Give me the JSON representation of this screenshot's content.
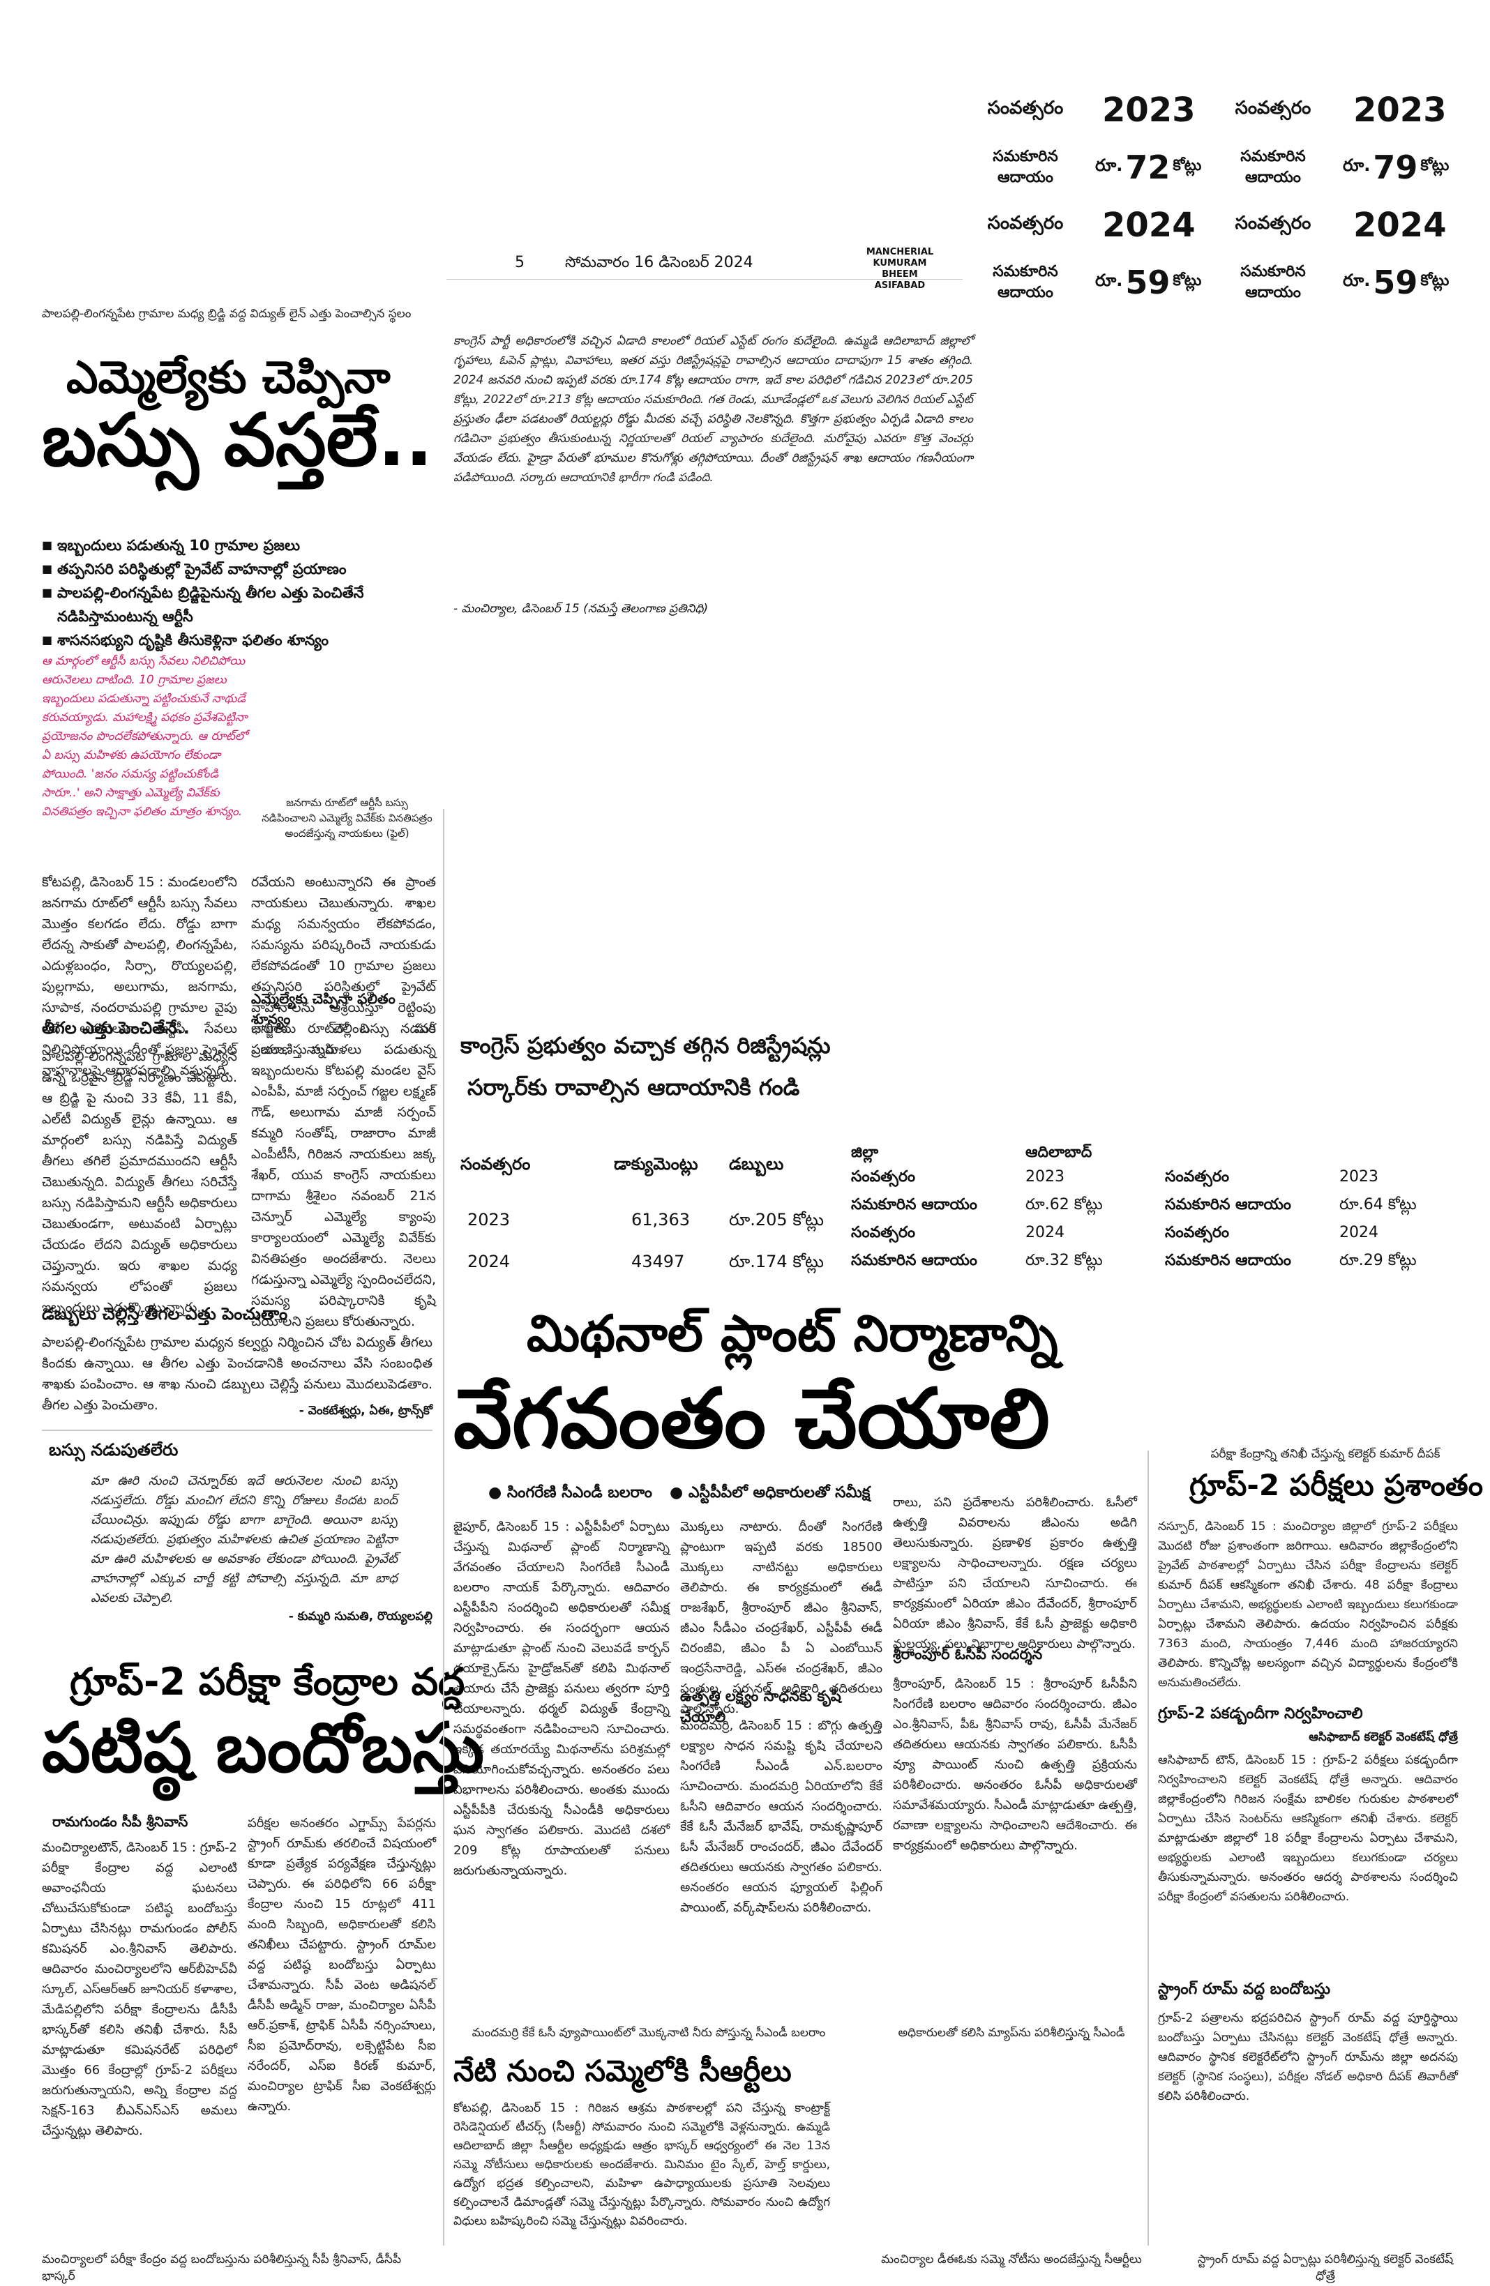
{
  "masthead": {
    "page_number": "5",
    "date": "సోమవారం 16 డిసెంబర్ 2024",
    "edition_lines": [
      "MANCHERIAL",
      "KUMURAM BHEEM",
      "ASIFABAD"
    ]
  },
  "stats_box": {
    "col1": {
      "row1_label": "సంవత్సరం",
      "row1_value": "2023",
      "row2_label": "సమకూరిన ఆదాయం",
      "row2_rs": "రూ.",
      "row2_value": "72",
      "row2_unit": "కోట్లు",
      "row3_label": "సంవత్సరం",
      "row3_value": "2024",
      "row4_label": "సమకూరిన ఆదాయం",
      "row4_rs": "రూ.",
      "row4_value": "59",
      "row4_unit": "కోట్లు"
    },
    "col2": {
      "row1_label": "సంవత్సరం",
      "row1_value": "2023",
      "row2_label": "సమకూరిన ఆదాయం",
      "row2_rs": "రూ.",
      "row2_value": "79",
      "row2_unit": "కోట్లు",
      "row3_label": "సంవత్సరం",
      "row3_value": "2024",
      "row4_label": "సమకూరిన ఆదాయం",
      "row4_rs": "రూ.",
      "row4_value": "59",
      "row4_unit": "కోట్లు"
    }
  },
  "bus_story": {
    "photo_caption": "పాలపల్లి-లింగన్నపేట గ్రామాల మధ్య బ్రిడ్జి వద్ద విద్యుత్ లైన్ ఎత్తు పెంచాల్సిన స్థలం",
    "headline_line1": "ఎమ్మెల్యేకు చెప్పినా",
    "headline_line2": "బస్సు వస్తలే..",
    "bullets": [
      "ఇబ్బందులు పడుతున్న 10 గ్రామాల ప్రజలు",
      "తప్పనిసరి పరిస్థితుల్లో ప్రైవేట్ వాహనాల్లో ప్రయాణం",
      "పాలపల్లి-లింగన్నపేట బ్రిడ్జిపైనున్న తీగల ఎత్తు పెంచితేనే నడిపిస్తామంటున్న ఆర్టీసీ",
      "శాసనసభ్యుని దృష్టికి తీసుకెళ్లినా ఫలితం శూన్యం"
    ],
    "pink_intro": "ఆ మార్గంలో ఆర్టీసీ బస్సు సేవలు నిలిచిపోయి ఆరునెలలు దాటింది. 10 గ్రామాల ప్రజలు ఇబ్బందులు పడుతున్నా పట్టించుకునే నాథుడే కరువయ్యాడు. మహాలక్ష్మి పథకం ప్రవేశపెట్టినా ప్రయోజనం పొందలేకపోతున్నారు. ఆ రూట్‌లో ఏ బస్సు మహిళకు ఉపయోగం లేకుండా పోయింది. 'జనం సమస్య పట్టించుకోండి సారూ..' అని సాక్షాత్తు ఎమ్మెల్యే వివేక్‌కు వినతిపత్రం ఇచ్చినా ఫలితం మాత్రం శూన్యం.",
    "photo2_caption": "జనగామ రూట్‌లో ఆర్టీసీ బస్సు నడిపించాలని ఎమ్మెల్యే వివేక్‌కు వినతిపత్రం అందజేస్తున్న నాయకులు (ఫైల్)",
    "col1_p1": "కోటపల్లి, డిసెంబర్ 15 : మండలంలోని జనగామ రూట్‌లో ఆర్టీసీ బస్సు సేవలు మొత్తం కలగడం లేదు. రోడ్డు బాగా లేదన్న సాకుతో పాలపల్లి, లింగన్నపేట, ఎదుళ్లబంధం, సిర్సా, రొయ్యలపల్లి, పుల్లగామ, అలుగామ, జనగామ, సూపాక, నందరామపల్లి గ్రామాల వైపు ఇదే ఆరునెలుగా ఆర్టీసీ సేవలు నిలిచిపోయాయి. దీంతో ప్రజలు ప్రైవేట్ వాహనాలపై ఆధారపడాల్సి వస్తున్నది.",
    "col1_sub1": "తీగల ఎత్తు పెంచితేనే..",
    "col1_p2": "పాలపల్లి-లింగన్నపేట గ్రామాల మధ్యన ఉన్న ఒర్రెపైన బ్రిడ్జి నిర్మాణం చేపట్టారు. ఆ బ్రిడ్జి పై నుంచి 33 కేవీ, 11 కేవీ, ఎల్‌టీ విద్యుత్ లైన్లు ఉన్నాయి. ఆ మార్గంలో బస్సు నడిపిస్తే విద్యుత్ తీగలు తగిలే ప్రమాదముందని ఆర్టీసీ చెబుతున్నది. విద్యుత్ తీగలు సరిచేస్తే బస్సు నడిపిస్తామని ఆర్టీసీ అధికారులు చెబుతుండగా, అటువంటి ఏర్పాట్లు చేయడం లేదని విద్యుత్ అధికారులు చెప్తున్నారు. ఇరు శాఖల మధ్య సమన్వయ లోపంతో ప్రజలు ఇబ్బందులు ఎదుర్కొంటున్నారు.",
    "col2_p1": "రవేయని అంటున్నారని ఈ ప్రాంత నాయకులు చెబుతున్నారు. శాఖల మధ్య సమన్వయం లేకపోవడం, సమస్యను పరిష్కరించే నాయకుడు లేకపోవడంతో 10 గ్రామాల ప్రజలు తప్పనిసరి పరిస్థితుల్లో ప్రైవేట్ వాహనాలను ఆశ్రయిస్తూ రెట్టింపు ఛార్జీలు చెల్లించి మరీ ప్రయాణిస్తున్నారు.",
    "col2_sub1": "ఎమ్మెల్యేకు చెప్పినా ఫలితం శూన్యం",
    "col2_p2": "జనగామ రూట్‌లో బస్సు నడవక ప్రజలు, మహిళలు పడుతున్న ఇబ్బందులను కోటపల్లి మండల వైస్ ఎంపీపీ, మాజీ సర్పంచ్ గజ్జల లక్ష్మణ్ గౌడ్, అలుగామ మాజీ సర్పంచ్ కమ్మరి సంతోష్, రాజారాం మాజీ ఎంపీటీసీ, గిరిజన నాయకులు జక్క శేఖర్, యువ కాంగ్రెస్ నాయకులు దాగామ శ్రీశైలం నవంబర్ 21న చెన్నూర్ ఎమ్మెల్యే క్యాంపు కార్యాలయంలో ఎమ్మెల్యే వివేక్‌కు వినతిపత్రం అందజేశారు. నెలలు గడుస్తున్నా ఎమ్మెల్యే స్పందించలేదని, సమస్య పరిష్కారానికి కృషి చేయాలని ప్రజలు కోరుతున్నారు.",
    "blue_sub": "డబ్బులు చెల్లిస్తే తీగల ఎత్తు పెంచుతాం",
    "bottom_p": "పాలపల్లి-లింగన్నపేట గ్రామాల మధ్యన కల్వర్టు నిర్మించిన చోట విద్యుత్ తీగలు కిందకు ఉన్నాయి. ఆ తీగల ఎత్తు పెంచడానికి అంచనాలు వేసి సంబంధిత శాఖకు పంపించాం. ఆ శాఖ నుంచి డబ్బులు చెల్లిస్తే పనులు మొదలుపెడతాం. తీగల ఎత్తు పెంచుతాం.",
    "bottom_byline": "- వెంకటేశ్వర్లు, ఏఈ, ట్రాన్స్‌కో",
    "box_title": "బస్సు నడుపుతలేరు",
    "box_text": "మా ఊరి నుంచి చెన్నూర్‌కు ఇదే ఆరునెలల నుంచి బస్సు నడుస్తలేదు. రోడ్డు మంచిగ లేదని కొన్ని రోజులు కిందట బంద్ చేయించిన్రు. ఇప్పుడు రోడ్డు బాగా బాగైంది. అయినా బస్సు నడుపుతలేరు. ప్రభుత్వం మహిళలకు ఉచిత ప్రయాణం పెట్టినా మా ఊరి మహిళలకు ఆ అవకాశం లేకుండా పోయింది. ప్రైవేట్ వాహనాల్లో ఎక్కువ చార్జీ కట్టి పోవాల్సి వస్తున్నది. మా బాధ ఎవలకు చెప్పాలి.",
    "box_byline": "- కుమ్మరి సుమతి, రొయ్యలపల్లి"
  },
  "registration_story": {
    "lead": "కాంగ్రెస్ పార్టీ అధికారంలోకి వచ్చిన ఏడాది కాలంలో రియల్ ఎస్టేట్ రంగం కుదేలైంది. ఉమ్మడి ఆదిలాబాద్ జిల్లాలో గృహాలు, ఓపెన్ ప్లాట్లు, వివాహాలు, ఇతర వస్తు రిజిస్ట్రేషన్లపై రావాల్సిన ఆదాయం దాదాపుగా 15 శాతం తగ్గింది. 2024 జనవరి నుంచి ఇప్పటి వరకు రూ.174 కోట్ల ఆదాయం రాగా, ఇదే కాల పరిధిలో గడిచిన 2023లో రూ.205 కోట్లు, 2022లో రూ.213 కోట్ల ఆదాయం సమకూరింది. గత రెండు, మూడేండ్లలో ఒక వెలుగు వెలిగిన రియల్ ఎస్టేట్ ప్రస్తుతం ఢీలా పడటంతో రియల్టర్లు రోడ్డు మీదకు వచ్చే పరిస్థితి నెలకొన్నది. కొత్తగా ప్రభుత్వం ఏర్పడి ఏడాది కాలం గడిచినా ప్రభుత్వం తీసుకుంటున్న నిర్ణయాలతో రియల్ వ్యాపారం కుదేలైంది. మరోవైపు ఎవరూ కొత్త వెంచర్లు వేయడం లేదు. హైడ్రా పేరుతో భూముల కొనుగోళ్లు తగ్గిపోయాయి. దీంతో రిజిస్ట్రేషన్ శాఖ ఆదాయం గణనీయంగా పడిపోయింది. సర్కారు ఆదాయానికి భారీగా గండి పడింది.",
    "byline": "- మంచిర్యాల, డిసెంబర్ 15 (నమస్తే తెలంగాణ ప్రతినిధి)",
    "headline1": "కాంగ్రెస్ ప్రభుత్వం వచ్చాక తగ్గిన రిజిస్ట్రేషన్లు",
    "headline2": "సర్కార్‌కు రావాల్సిన ఆదాయానికి గండి",
    "table_left": {
      "headers": [
        "సంవత్సరం",
        "డాక్యుమెంట్లు",
        "డబ్బులు"
      ],
      "rows": [
        [
          "2023",
          "61,363",
          "రూ.205 కోట్లు"
        ],
        [
          "2024",
          "43497",
          "రూ.174 కోట్లు"
        ]
      ]
    },
    "table_mid": {
      "district_label": "జిల్లా",
      "district": "ఆదిలాబాద్",
      "rows": [
        [
          "సంవత్సరం",
          "2023"
        ],
        [
          "సమకూరిన ఆదాయం",
          "రూ.62 కోట్లు"
        ],
        [
          "సంవత్సరం",
          "2024"
        ],
        [
          "సమకూరిన ఆదాయం",
          "రూ.32 కోట్లు"
        ]
      ]
    },
    "table_right": {
      "rows": [
        [
          "సంవత్సరం",
          "2023"
        ],
        [
          "సమకూరిన ఆదాయం",
          "రూ.64 కోట్లు"
        ],
        [
          "సంవత్సరం",
          "2024"
        ],
        [
          "సమకూరిన ఆదాయం",
          "రూ.29 కోట్లు"
        ]
      ]
    }
  },
  "methanol_story": {
    "headline1": "మిథనాల్ ప్లాంట్ నిర్మాణాన్ని",
    "headline2": "వేగవంతం చేయాలి",
    "tag1": "సింగరేణి సీఎండీ బలరాం",
    "tag2": "ఎస్టీపీపీలో అధికారులతో సమీక్ష",
    "col1": "జైపూర్, డిసెంబర్ 15 : ఎస్టీపీపీలో ఏర్పాటు చేస్తున్న మిథనాల్ ప్లాంట్ నిర్మాణాన్ని వేగవంతం చేయాలని సింగరేణి సీఎండీ బలరాం నాయక్ పేర్కొన్నారు. ఆదివారం ఎస్టీపీపీని సందర్శించి అధికారులతో సమీక్ష నిర్వహించారు. ఈ సందర్భంగా ఆయన మాట్లాడుతూ ప్లాంట్ నుంచి వెలువడే కార్బన్ డయాక్సైడ్‌ను హైడ్రోజన్‌తో కలిపి మిథనాల్ తయారు చేసే ప్రాజెక్టు పనులు త్వరగా పూర్తి చేయాలన్నారు. థర్మల్ విద్యుత్ కేంద్రాన్ని సమర్థవంతంగా నడిపించాలని సూచించారు. ఇక్కడ తయారయ్యే మిథనాల్‌ను పరిశ్రమల్లో వినియోగించుకోవచ్చన్నారు. అనంతరం పలు విభాగాలను పరిశీలించారు. అంతకు ముందు ఎస్టీపీపీకి చేరుకున్న సీఎండీకి అధికారులు ఘన స్వాగతం పలికారు. మొదటి దశలో 209 కోట్ల రూపాయలతో పనులు జరుగుతున్నాయన్నారు.",
    "col2": "మొక్కలు నాటారు. దీంతో సింగరేణి ప్లాంటుగా ఇప్పటి వరకు 18500 మొక్కలు నాటినట్టు అధికారులు తెలిపారు. ఈ కార్యక్రమంలో ఈడీ రాజశేఖర్, శ్రీరాంపూర్ జీఎం శ్రీనివాస్, జీఎం సీడీఎం చంద్రశేఖర్, ఎస్టీపీపీ ఈడీ చిరంజీవి, జీఎం పీ ఏ ఎంబోయిన్ ఇంద్రసేనారెడ్డి, ఎస్‌ఈ చంద్రశేఖర్, జీఎం పంతుల, పర్సనల్ అధికారి తదితరులు పాల్గొన్నారు.",
    "sub": "ఉత్పత్తి లక్ష్యం సాధనకు కృషి చేయాలి",
    "col2b": "మందమర్రి, డిసెంబర్ 15 : బొగ్గు ఉత్పత్తి లక్ష్యాల సాధన సమష్టి కృషి చేయాలని సింగరేణి సీఎండీ ఎన్.బలరాం సూచించారు. మందమర్రి ఏరియాలోని కేకే ఓసీని ఆదివారం ఆయన సందర్శించారు. కేకే ఓసీ మేనేజర్ భావేష్, రామకృష్ణాపూర్ ఓసీ మేనేజర్ రాంచందర్, జీఎం దేవేందర్ తదితరులు ఆయనకు స్వాగతం పలికారు. అనంతరం ఆయన ఫ్యూయల్‌ ఫిల్లింగ్‌ పాయింట్‌, వర్క్‌షాప్‌లను పరిశీలించారు.",
    "col3": "రాలు, పని ప్రదేశాలను పరిశీలించారు. ఓసీలో ఉత్పత్తి వివరాలను జీఎంను అడిగి తెలుసుకున్నారు. ప్రణాళిక ప్రకారం ఉత్పత్తి లక్ష్యాలను సాధించాలన్నారు. రక్షణ చర్యలు పాటిస్తూ పని చేయాలని సూచించారు. ఈ కార్యక్రమంలో ఏరియా జీఎం దేవేందర్, శ్రీరాంపూర్ ఏరియా జీఎం శ్రీనివాస్, కేకే ఓసీ ప్రాజెక్టు అధికారి మల్లయ్య, పలు విభాగాల అధికారులు పాల్గొన్నారు.",
    "sub2": "శ్రీరాంపూర్ ఓసీపీ సందర్శన",
    "col3b": "శ్రీరాంపూర్, డిసెంబర్ 15 : శ్రీరాంపూర్ ఓసీపీని సింగరేణి బలరాం ఆదివారం సందర్శించారు. జీఎం ఎం.శ్రీనివాస్, పీఓ శ్రీనివాస్ రావు, ఓసీపీ మేనేజర్ తదితరులు ఆయనకు స్వాగతం పలికారు. ఓసీపీ వ్యూ పాయింట్ నుంచి ఉత్పత్తి ప్రక్రియను పరిశీలించారు. అనంతరం ఓసీపీ అధికారులతో సమావేశమయ్యారు. సీఎండీ మాట్లాడుతూ ఉత్పత్తి, రవాణా లక్ష్యాలను సాధించాలని ఆదేశించారు. ఈ కార్యక్రమంలో అధికారులు పాల్గొన్నారు.",
    "photo_left_caption": "మందమర్రి కేకే ఓసీ వ్యూపాయింట్‌లో మొక్కనాటి నీరు పోస్తున్న సీఎండీ బలరాం",
    "photo_right_caption": "అధికారులతో కలిసి మ్యాప్‌ను పరిశీలిస్తున్న సీఎండీ"
  },
  "group2_security": {
    "headline1": "గ్రూప్-2 పరీక్షా కేంద్రాల వద్ద",
    "headline2": "పటిష్ఠ బందోబస్తు",
    "byline": "రామగుండం సీపీ శ్రీనివాస్",
    "col1": "మంచిర్యాలటౌన్, డిసెంబర్ 15 : గ్రూప్-2 పరీక్షా కేంద్రాల వద్ద ఎలాంటి అవాంఛనీయ ఘటనలు చోటుచేసుకోకుండా పటిష్ఠ బందోబస్తు ఏర్పాటు చేసినట్లు రామగుండం పోలీస్ కమిషనర్ ఎం.శ్రీనివాస్ తెలిపారు. ఆదివారం మంచిర్యాలలోని ఆర్‌బీహెచ్‌వీ స్కూల్, ఎస్‌ఆర్‌ఆర్ జూనియర్ కళాశాల, మేడిపల్లిలోని పరీక్షా కేంద్రాలను డీసీపీ భాస్కర్‌తో కలిసి తనిఖీ చేశారు. సీపీ మాట్లాడుతూ కమిషనరేట్ పరిధిలో మొత్తం 66 కేంద్రాల్లో గ్రూప్-2 పరీక్షలు జరుగుతున్నాయని, అన్ని కేంద్రాల వద్ద సెక్షన్-163 బీఎన్‌ఎస్‌ఎస్ అమలు చేస్తున్నట్లు తెలిపారు.",
    "col2": "పరీక్షల అనంతరం ఎగ్జామ్స్ పేపర్లను స్ట్రాంగ్ రూమ్‌కు తరలించే విషయంలో కూడా ప్రత్యేక పర్యవేక్షణ చేస్తున్నట్లు చెప్పారు. ఈ పరిధిలోని 66 పరీక్షా కేంద్రాల నుంచి 15 రూట్లలో 411 మంది సిబ్బంది, అధికారులతో కలిసి తనిఖీలు చేపట్టారు. స్ట్రాంగ్ రూమ్‌ల వద్ద పటిష్ఠ బందోబస్తు ఏర్పాటు చేశామన్నారు. సీపీ వెంట అడిషనల్ డీసీపీ అడ్మిన్ రాజు, మంచిర్యాల ఏసీపీ ఆర్.ప్రకాశ్, ట్రాఫిక్ ఏసీపీ నర్సింహులు, సీఐ ప్రమోద్‌రావు, లక్సెట్టిపేట సీఐ నరేందర్, ఎస్‌ఐ కిరణ్ కుమార్, మంచిర్యాల ట్రాఫిక్ సీఐ వెంకటేశ్వర్లు ఉన్నారు.",
    "caption": "మంచిర్యాలలో పరీక్షా కేంద్రం వద్ద బందోబస్తును పరిశీలిస్తున్న సీపీ శ్రీనివాస్, డీసీపీ భాస్కర్"
  },
  "group2_calm": {
    "top_caption": "పరీక్షా కేంద్రాన్ని తనిఖీ చేస్తున్న కలెక్టర్ కుమార్ దీపక్",
    "headline": "గ్రూప్-2 పరీక్షలు ప్రశాంతం",
    "col": "నస్పూర్, డిసెంబర్ 15 : మంచిర్యాల జిల్లాలో గ్రూప్-2 పరీక్షలు మొదటి రోజు ప్రశాంతంగా జరిగాయి. ఆదివారం జిల్లాకేంద్రంలోని ప్రైవేట్ పాఠశాలల్లో ఏర్పాటు చేసిన పరీక్షా కేంద్రాలను కలెక్టర్ కుమార్ దీపక్ ఆకస్మికంగా తనిఖీ చేశారు. 48 పరీక్షా కేంద్రాలు ఏర్పాటు చేశామని, అభ్యర్థులకు ఎలాంటి ఇబ్బందులు కలుగకుండా ఏర్పాట్లు చేశామని తెలిపారు. ఉదయం నిర్వహించిన పరీక్షకు 7363 మంది, సాయంత్రం 7,446 మంది హాజరయ్యారని తెలిపారు. కొన్నిచోట్ల అలస్యంగా వచ్చిన విద్యార్థులను కేంద్రంలోకి అనుమతించలేదు.",
    "sub": "గ్రూప్-2 పకడ్బందీగా నిర్వహించాలి",
    "sub_byline": "ఆసిఫాబాద్ కలెక్టర్ వెంకటేష్ ధోత్రే",
    "col2": "ఆసిఫాబాద్ టౌన్, డిసెంబర్ 15 : గ్రూప్-2 పరీక్షలు పకడ్బందీగా నిర్వహించాలని కలెక్టర్ వెంకటేష్ ధోత్రే అన్నారు. ఆదివారం జిల్లాకేంద్రంలోని గిరిజన సంక్షేమ బాలికల గురుకుల పాఠశాలలో ఏర్పాటు చేసిన సెంటర్‌ను ఆకస్మికంగా తనిఖీ చేశారు. కలెక్టర్ మాట్లాడుతూ జిల్లాలో 18 పరీక్షా కేంద్రాలను ఏర్పాటు చేశామని, అభ్యర్థులకు ఎలాంటి ఇబ్బందులు కలుగకుండా చర్యలు తీసుకున్నామన్నారు. అనంతరం ఆదర్శ పాఠశాలను సందర్శించి పరీక్షా కేంద్రంలో వసతులను పరిశీలించారు.",
    "sub2": "స్ట్రాంగ్ రూమ్ వద్ద బందోబస్తు",
    "col3": "గ్రూప్-2 పత్రాలను భద్రపరిచిన స్ట్రాంగ్ రూమ్ వద్ద పూర్తిస్థాయి బందోబస్తు ఏర్పాటు చేసినట్లు కలెక్టర్ వెంకటేష్ ధోత్రే అన్నారు. ఆదివారం స్థానిక కలెక్టరేట్‌లోని స్ట్రాంగ్ రూమ్‌ను జిల్లా అదనపు కలెక్టర్ (స్థానిక సంస్థలు), పరీక్షల నోడల్ అధికారి దీపక్ తివారీతో కలిసి పరిశీలించారు.",
    "bottom_caption": "స్ట్రాంగ్ రూమ్ వద్ద ఏర్పాట్లు పరిశీలిస్తున్న కలెక్టర్ వెంకటేష్ ధోత్రే"
  },
  "sakarshiksha": {
    "headline": "నేటి నుంచి సమ్మెలోకి సీఆర్టీలు",
    "col": "కోటపల్లి, డిసెంబర్ 15 : గిరిజన ఆశ్రమ పాఠశాలల్లో పని చేస్తున్న కాంట్రాక్ట్ రెసిడెన్షియల్ టీచర్స్ (సీఆర్టీ) సోమవారం నుంచి సమ్మెలోకి వెళ్లనున్నారు. ఉమ్మడి ఆదిలాబాద్ జిల్లా సీఆర్టీల అధ్యక్షుడు ఆత్రం భాస్కర్ ఆధ్వర్యంలో ఈ నెల 13న సమ్మె నోటీసులు అధికారులకు అందజేశారు. మినిమం టైం స్కేల్, హెల్త్ కార్డులు, ఉద్యోగ భద్రత కల్పించాలని, మహిళా ఉపాధ్యాయులకు ప్రసూతి సెలవులు కల్పించాలనే డిమాండ్లతో సమ్మె చేస్తున్నట్లు పేర్కొన్నారు. సోమవారం నుంచి ఉద్యోగ విధులు బహిష్కరించి సమ్మె చేస్తున్నట్లు వివరించారు.",
    "caption": "మంచిర్యాల డీఈఓకు సమ్మె నోటీసు అందజేస్తున్న సీఆర్టీలు"
  }
}
